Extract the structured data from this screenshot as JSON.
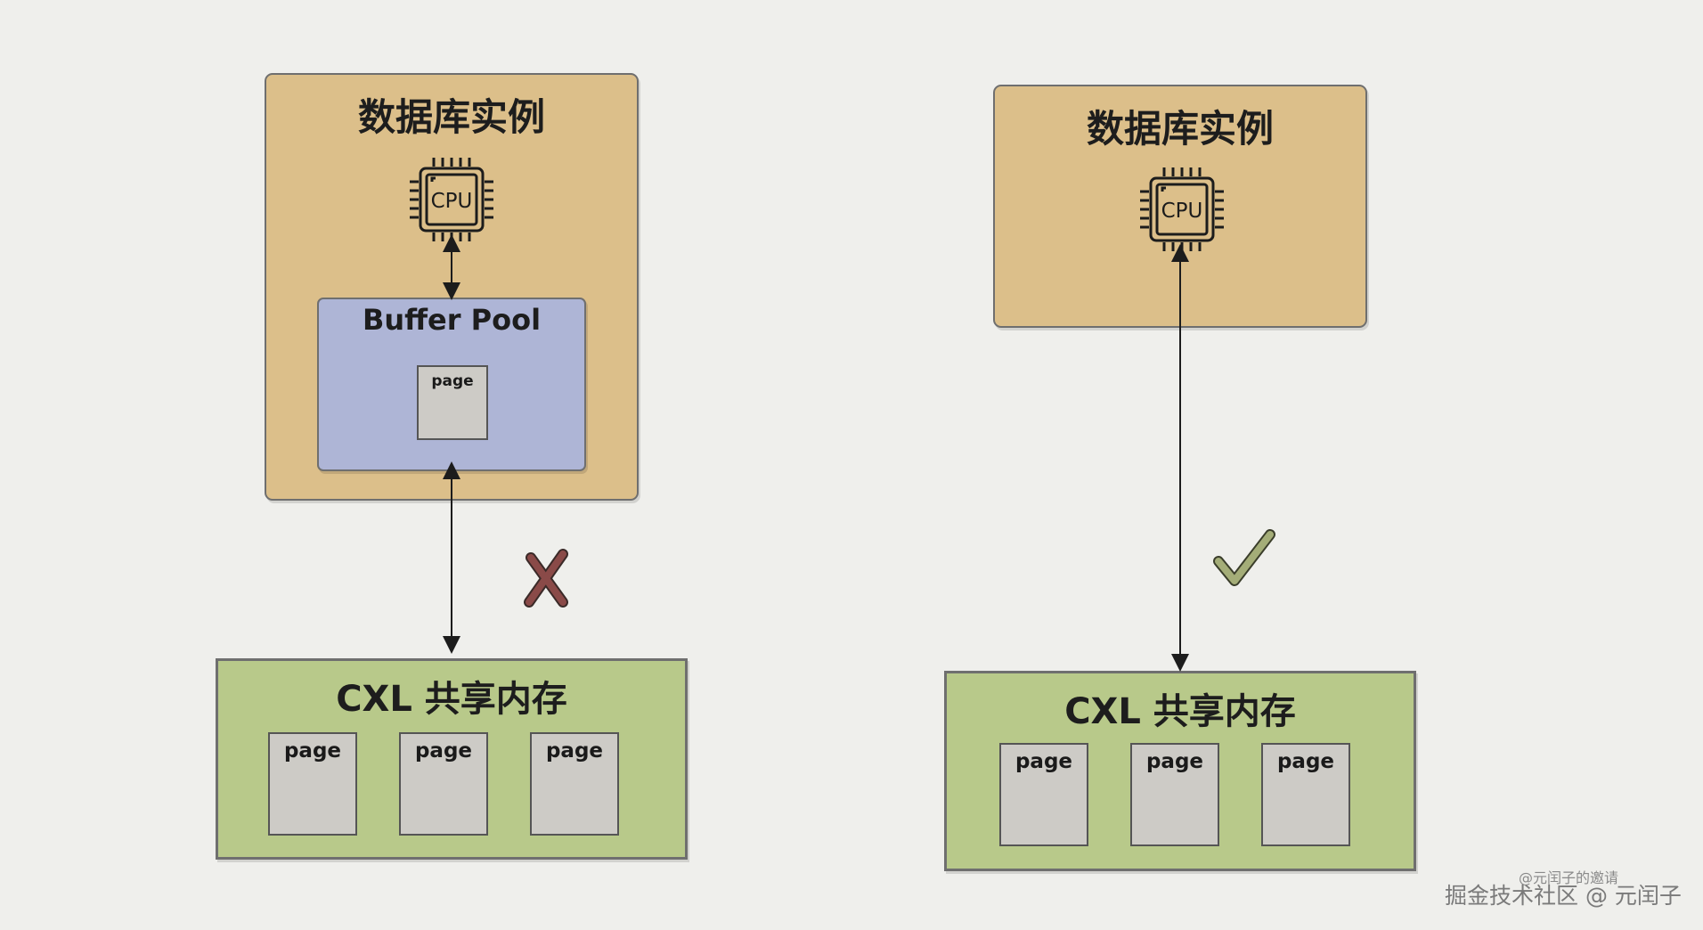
{
  "left": {
    "db_title": "数据库实例",
    "cpu_label": "CPU",
    "pool_title": "Buffer Pool",
    "pool_page": "page",
    "mem_title": "CXL 共享内存",
    "pages": [
      "page",
      "page",
      "page"
    ],
    "status_icon": "cross-icon"
  },
  "right": {
    "db_title": "数据库实例",
    "cpu_label": "CPU",
    "mem_title": "CXL 共享内存",
    "pages": [
      "page",
      "page",
      "page"
    ],
    "status_icon": "check-icon"
  },
  "watermark": {
    "line1": "@元闰子的邀请",
    "line2": "掘金技术社区 @ 元闰子"
  },
  "colors": {
    "db": "#dcbf8a",
    "pool": "#aeb5d6",
    "mem": "#b8c98a",
    "page": "#cdcbc6",
    "cross": "#8a4a48",
    "check": "#a4ad78"
  }
}
